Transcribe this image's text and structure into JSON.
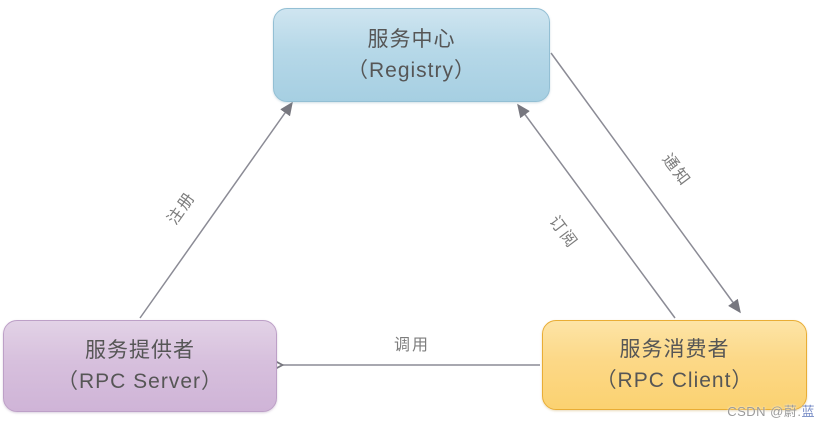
{
  "diagram": {
    "nodes": {
      "registry": {
        "title": "服务中心",
        "subtitle": "（Registry）",
        "fill": "#a6cfe2",
        "border": "#93bfd4"
      },
      "provider": {
        "title": "服务提供者",
        "subtitle": "（RPC  Server）",
        "fill": "#cfb4d7",
        "border": "#bda0c7"
      },
      "consumer": {
        "title": "服务消费者",
        "subtitle": "（RPC  Client）",
        "fill": "#fbd271",
        "border": "#e9ad35"
      }
    },
    "edges": [
      {
        "label": "注册",
        "from": "provider",
        "to": "registry",
        "arrow": "filled"
      },
      {
        "label": "订阅",
        "from": "consumer",
        "to": "registry",
        "arrow": "filled"
      },
      {
        "label": "通知",
        "from": "registry",
        "to": "consumer",
        "arrow": "filled"
      },
      {
        "label": "调用",
        "from": "consumer",
        "to": "provider",
        "arrow": "open"
      }
    ],
    "line_color": "#8b8b95",
    "arrow_color": "#77777f"
  },
  "watermark": {
    "prefix": "CSDN @蔚.",
    "suffix": "蓝"
  }
}
